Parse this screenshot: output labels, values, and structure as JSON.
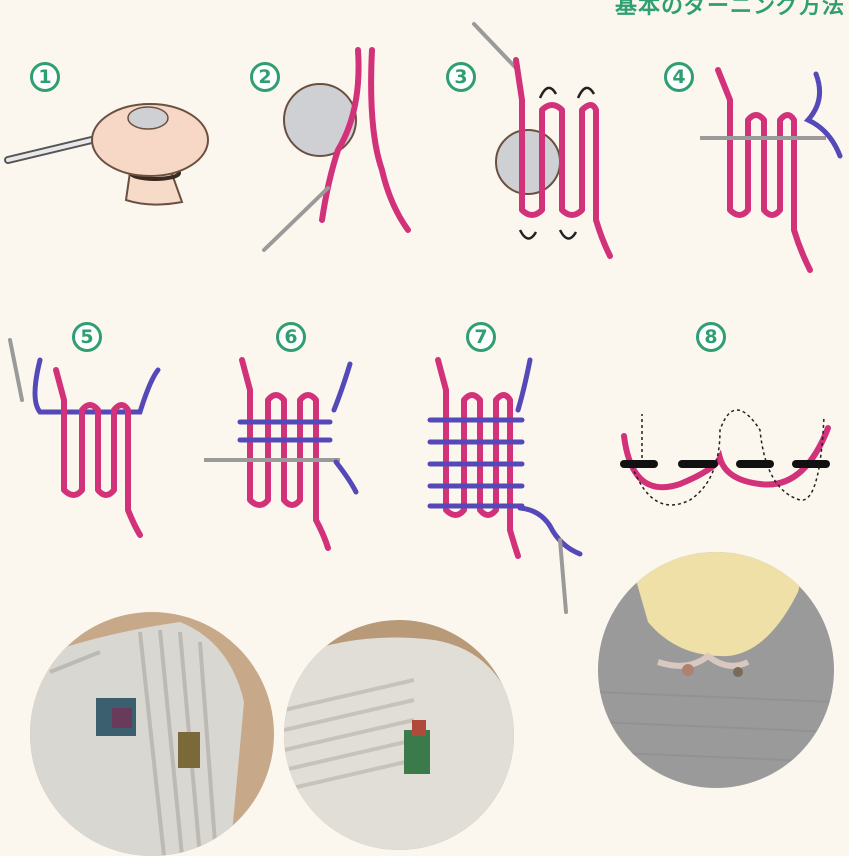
{
  "title": "基本のダーニング方法",
  "colors": {
    "accent": "#2f9e71",
    "warp_thread": "#d2327a",
    "warp_thread_light": "#f2a6c4",
    "weft_thread": "#5548b8",
    "needle": "#9a9a9a",
    "background": "#fbf7ee"
  },
  "steps": [
    {
      "number": "1"
    },
    {
      "number": "2"
    },
    {
      "number": "3"
    },
    {
      "number": "4"
    },
    {
      "number": "5"
    },
    {
      "number": "6"
    },
    {
      "number": "7"
    },
    {
      "number": "8"
    }
  ],
  "photos": [
    {
      "subject": "mended-sock-1"
    },
    {
      "subject": "mended-sock-2"
    },
    {
      "subject": "mended-sweater"
    }
  ]
}
